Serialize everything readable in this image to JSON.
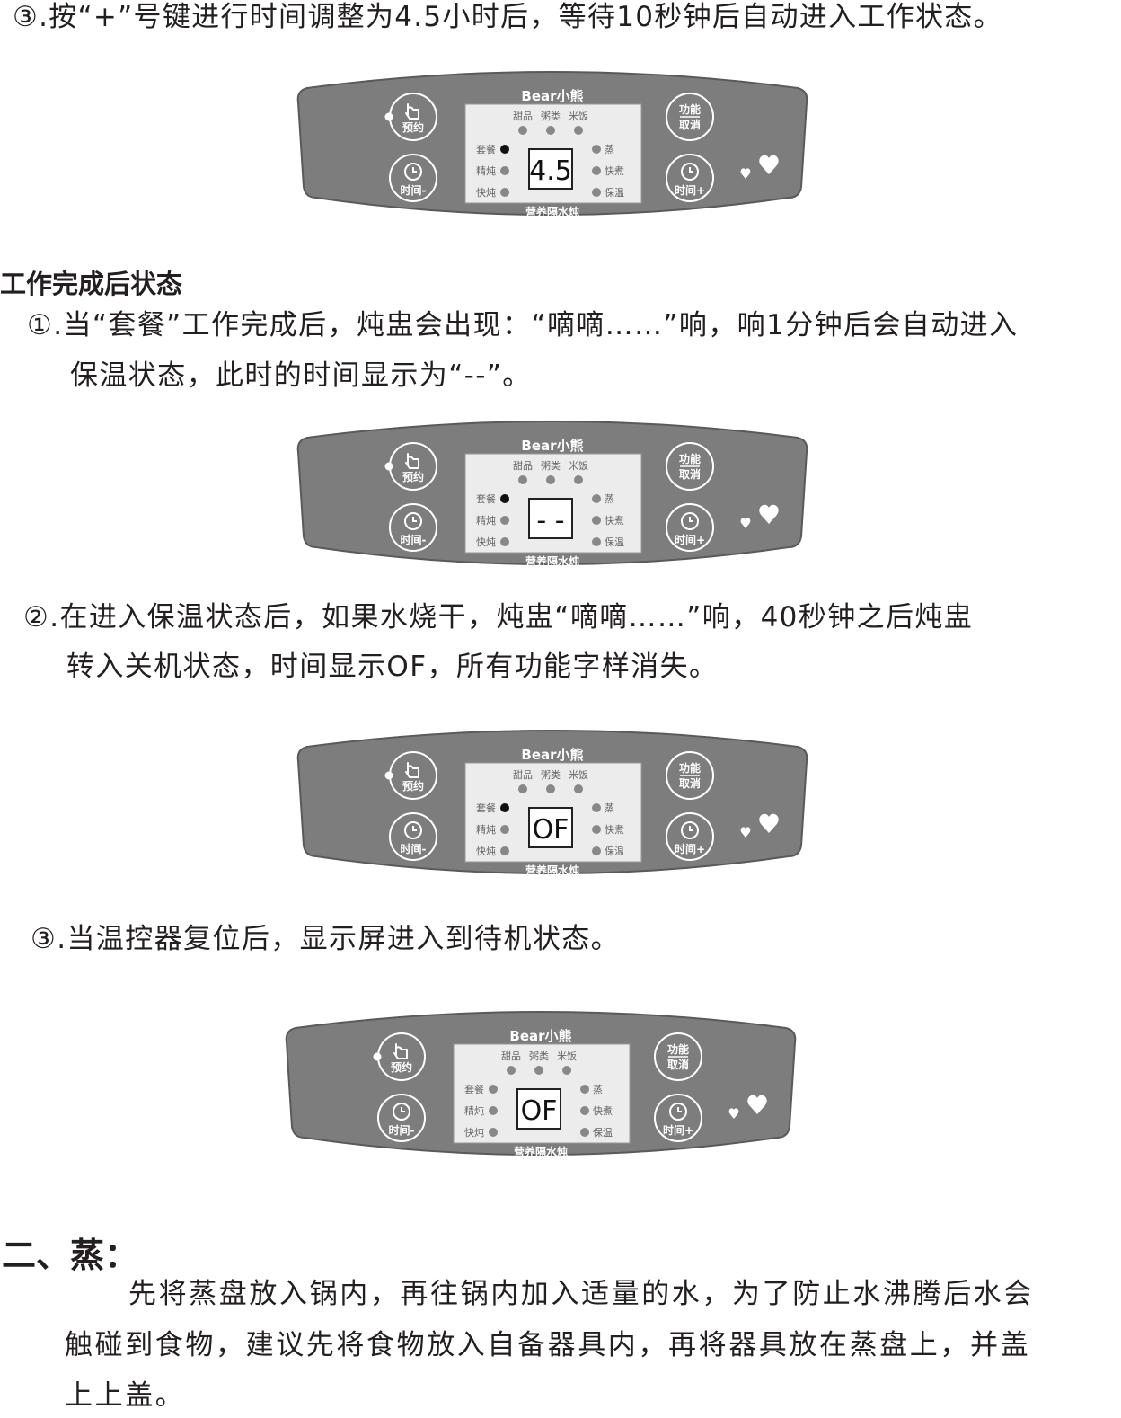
{
  "paragraphs": {
    "step3_adjust": "③.按“+”号键进行时间调整为4.5小时后，等待10秒钟后自动进入工作状态。",
    "after_heading": "工作完成后状态",
    "after1_line1": "①.当“套餐”工作完成后，炖盅会出现：“嘀嘀……”响，响1分钟后会自动进入",
    "after1_line2": "保温状态，此时的时间显示为“--”。",
    "after2_line1": "②.在进入保温状态后，如果水烧干，炖盅“嘀嘀……”响，40秒钟之后炖盅",
    "after2_line2": "转入关机状态，时间显示OF，所有功能字样消失。",
    "after3": "③.当温控器复位后，显示屏进入到待机状态。",
    "steam_heading": "二、蒸：",
    "steam_line1": "先将蒸盘放入锅内，再往锅内加入适量的水，为了防止水沸腾后水会",
    "steam_line2": "触碰到食物，建议先将食物放入自备器具内，再将器具放在蒸盘上，并盖",
    "steam_line3": "上上盖。"
  },
  "panel_labels": {
    "brand": "Bear小熊",
    "preset_button": "预约",
    "time_minus_button": "时间-",
    "function_cancel_line1": "功能",
    "function_cancel_line2": "取消",
    "time_plus_button": "时间+",
    "mode_dessert": "甜品",
    "mode_porridge": "粥类",
    "mode_rice": "米饭",
    "mode_set_meal": "套餐",
    "mode_fine_stew": "精炖",
    "mode_quick_stew": "快炖",
    "mode_steam": "蒸",
    "mode_quick_boil": "快煮",
    "mode_keep_warm": "保温",
    "footer": "营养隔水炖"
  },
  "panels": [
    {
      "display": "4.5",
      "set_meal_active": true
    },
    {
      "display": "- -",
      "set_meal_active": true
    },
    {
      "display": "OF",
      "set_meal_active": true
    },
    {
      "display": "OF",
      "set_meal_active": false
    }
  ],
  "colors": {
    "panel_fill": "#7d7d7d",
    "panel_border": "#5a5a5a",
    "screen_fill": "#ececec",
    "indicator_off": "#888888",
    "indicator_on": "#111111",
    "button_stroke": "#ffffff"
  }
}
